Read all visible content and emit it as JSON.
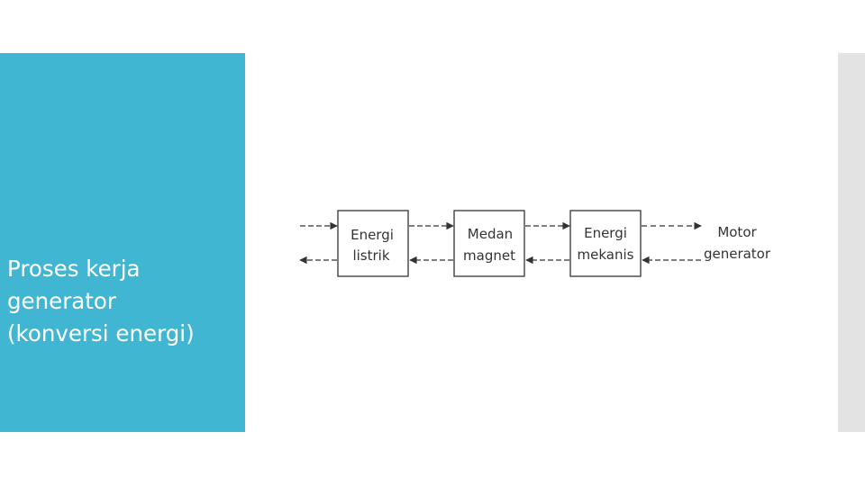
{
  "slide": {
    "title_lines": [
      "Proses kerja",
      "generator",
      "(konversi energi)"
    ]
  },
  "diagram": {
    "boxes": [
      {
        "lines": [
          "Energi",
          "listrik"
        ]
      },
      {
        "lines": [
          "Medan",
          "magnet"
        ]
      },
      {
        "lines": [
          "Energi",
          "mekanis"
        ]
      }
    ],
    "side_label": [
      "Motor",
      "generator"
    ]
  },
  "colors": {
    "panel": "#41b6d2",
    "side_bar": "#e3e3e3",
    "line": "#333333"
  }
}
